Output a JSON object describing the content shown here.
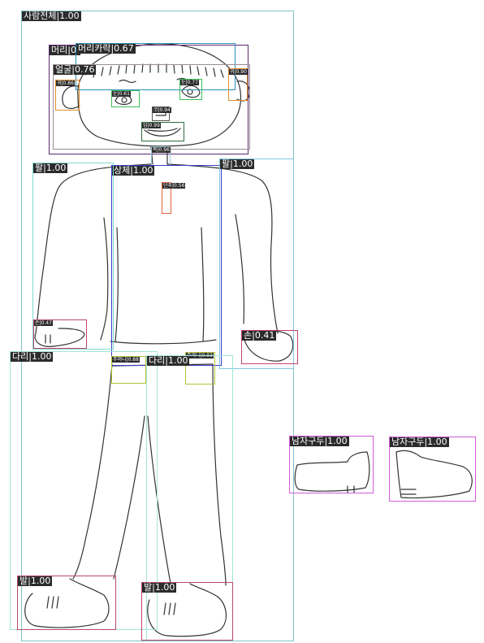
{
  "detections": [
    {
      "id": "person",
      "label": "사람전체|1.00",
      "color": "#7fc4c4"
    },
    {
      "id": "head",
      "label": "머리|0.",
      "color": "#5b2a6e"
    },
    {
      "id": "hair",
      "label": "머리카락|0.67",
      "color": "#2e8fb8"
    },
    {
      "id": "face",
      "label": "얼굴|0.76",
      "color": "#9a8a96"
    },
    {
      "id": "ear-left",
      "label": "귀|0.86",
      "color": "#e08f2b"
    },
    {
      "id": "ear-right",
      "label": "귀|0.90",
      "color": "#e08f2b"
    },
    {
      "id": "eye-left",
      "label": "눈|0.61",
      "color": "#3bbf5a"
    },
    {
      "id": "eye-right",
      "label": "눈|0.77",
      "color": "#3bbf5a"
    },
    {
      "id": "nose",
      "label": "코|0.94",
      "color": "#555555"
    },
    {
      "id": "mouth",
      "label": "입|0.99",
      "color": "#2f6b3f"
    },
    {
      "id": "neck",
      "label": "목|0.96",
      "color": "#9cc8d8"
    },
    {
      "id": "torso",
      "label": "상체|1.00",
      "color": "#3c3cd0"
    },
    {
      "id": "button",
      "label": "단추|0.56",
      "color": "#e2603a"
    },
    {
      "id": "arm-left",
      "label": "팔|1.00",
      "color": "#7fd8cc"
    },
    {
      "id": "arm-right",
      "label": "팔|1.00",
      "color": "#7fc8e0"
    },
    {
      "id": "hand-left",
      "label": "손|0.47",
      "color": "#c0456a"
    },
    {
      "id": "hand-right",
      "label": "손|0.41",
      "color": "#c0456a"
    },
    {
      "id": "pocket-left",
      "label": "주머니|0.88",
      "color": "#b6c23a"
    },
    {
      "id": "pocket-right",
      "label": "주머니|0.93",
      "color": "#b6c23a"
    },
    {
      "id": "leg-left",
      "label": "다리|1.00",
      "color": "#9fe8d8"
    },
    {
      "id": "leg-right",
      "label": "다리|1.00",
      "color": "#9fe8d8"
    },
    {
      "id": "foot-left",
      "label": "발|1.00",
      "color": "#b84a6a"
    },
    {
      "id": "foot-right",
      "label": "발|1.00",
      "color": "#b84a6a"
    },
    {
      "id": "shoe-1",
      "label": "남자구두|1.00",
      "color": "#d25ad8"
    },
    {
      "id": "shoe-2",
      "label": "남자구두|1.00",
      "color": "#d25ad8"
    }
  ]
}
